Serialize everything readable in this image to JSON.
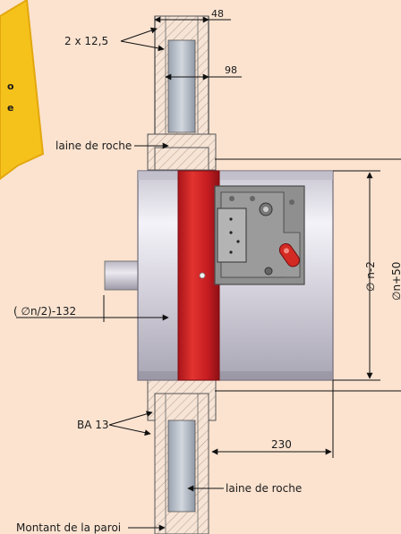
{
  "labels": {
    "dim_48": "48",
    "dim_2x125": "2 x 12,5",
    "dim_98": "98",
    "laine_top": "laine de roche",
    "phi_n2_132": "( ∅n/2)-132",
    "phi_n_minus_2": "∅ n-2",
    "phi_n_plus_50": "∅n+50",
    "ba13": "BA 13",
    "dim_230": "230",
    "laine_bottom": "laine de roche",
    "montant": "Montant de la paroi"
  },
  "colors": {
    "background": "#fbe3d0",
    "red_collar": "#cc1f1f",
    "yellow_badge": "#f5c21b",
    "damper_body": "#d9d6e2",
    "mechanism_plate": "#8f8f8f"
  }
}
